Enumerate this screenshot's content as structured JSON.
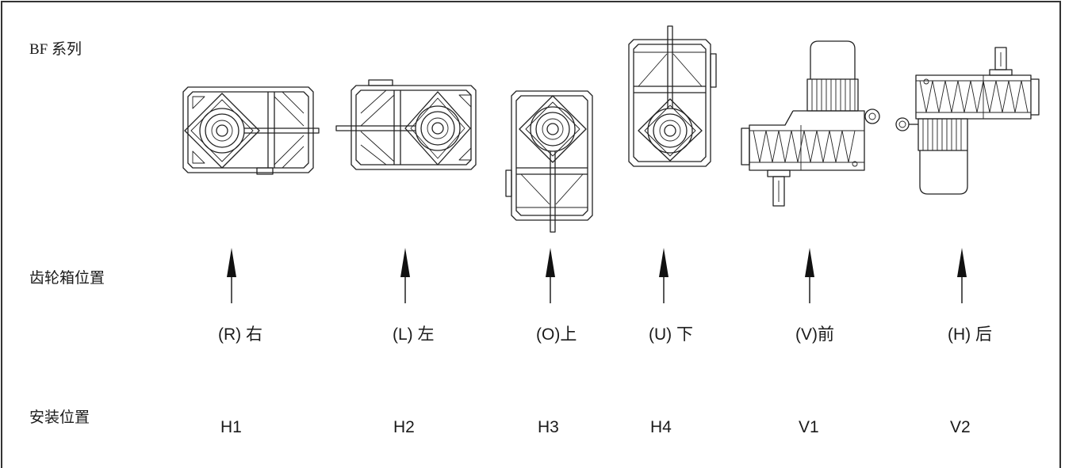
{
  "series_label": "BF 系列",
  "rows": {
    "gearbox_position_label": "齿轮箱位置",
    "mounting_position_label": "安装位置"
  },
  "positions": [
    {
      "direction": "(R) 右",
      "code": "H1"
    },
    {
      "direction": "(L)  左",
      "code": "H2"
    },
    {
      "direction": "(O)上",
      "code": "H3"
    },
    {
      "direction": "(U) 下",
      "code": "H4"
    },
    {
      "direction": "(V)前",
      "code": "V1"
    },
    {
      "direction": "(H) 后",
      "code": "V2"
    }
  ],
  "icons": {
    "arrow": "arrow-up-icon"
  },
  "colors": {
    "line": "#222222",
    "background": "#ffffff"
  }
}
